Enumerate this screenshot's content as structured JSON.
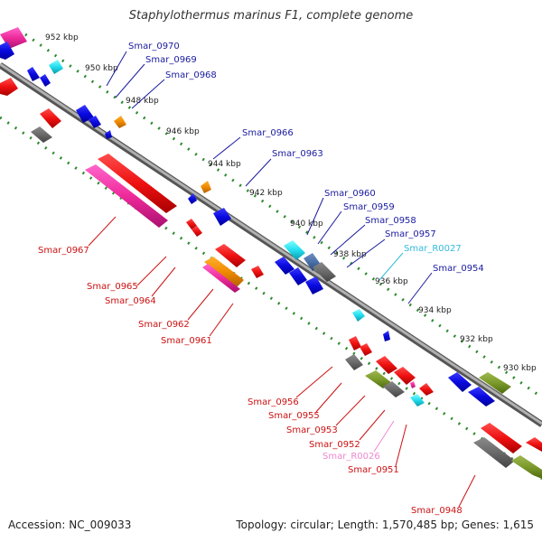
{
  "title": "Staphylothermus marinus F1, complete genome",
  "accession": "Accession: NC_009033",
  "topology": "Topology: circular; Length: 1,570,485 bp; Genes: 1,615",
  "kbp_ticks": [
    "952 kbp",
    "950 kbp",
    "948 kbp",
    "946 kbp",
    "944 kbp",
    "942 kbp",
    "940 kbp",
    "938 kbp",
    "936 kbp",
    "934 kbp",
    "932 kbp",
    "930 kbp"
  ],
  "colors": {
    "forward_label": "#1a1aa0",
    "reverse_label": "#cc1111",
    "rna_label": "#33bbdd",
    "rrna_label": "#ee88cc",
    "backbone": "#8a8a8a",
    "track_dots": "#2d8a2d"
  },
  "forward_genes": [
    {
      "label": "Smar_0970",
      "color": "#1a1aa0"
    },
    {
      "label": "Smar_0969",
      "color": "#1a1aa0"
    },
    {
      "label": "Smar_0968",
      "color": "#1a1aa0"
    },
    {
      "label": "Smar_0966",
      "color": "#1a1aa0"
    },
    {
      "label": "Smar_0963",
      "color": "#1a1aa0"
    },
    {
      "label": "Smar_0960",
      "color": "#1a1aa0"
    },
    {
      "label": "Smar_0959",
      "color": "#1a1aa0"
    },
    {
      "label": "Smar_0958",
      "color": "#1a1aa0"
    },
    {
      "label": "Smar_0957",
      "color": "#1a1aa0"
    },
    {
      "label": "Smar_R0027",
      "color": "#33bbdd"
    },
    {
      "label": "Smar_0954",
      "color": "#1a1aa0"
    }
  ],
  "reverse_genes": [
    {
      "label": "Smar_0967",
      "color": "#cc1111"
    },
    {
      "label": "Smar_0965",
      "color": "#cc1111"
    },
    {
      "label": "Smar_0964",
      "color": "#cc1111"
    },
    {
      "label": "Smar_0962",
      "color": "#cc1111"
    },
    {
      "label": "Smar_0961",
      "color": "#cc1111"
    },
    {
      "label": "Smar_0956",
      "color": "#cc1111"
    },
    {
      "label": "Smar_0955",
      "color": "#cc1111"
    },
    {
      "label": "Smar_0953",
      "color": "#cc1111"
    },
    {
      "label": "Smar_0952",
      "color": "#cc1111"
    },
    {
      "label": "Smar_R0026",
      "color": "#ee88cc"
    },
    {
      "label": "Smar_0951",
      "color": "#cc1111"
    },
    {
      "label": "Smar_0948",
      "color": "#cc1111"
    }
  ]
}
